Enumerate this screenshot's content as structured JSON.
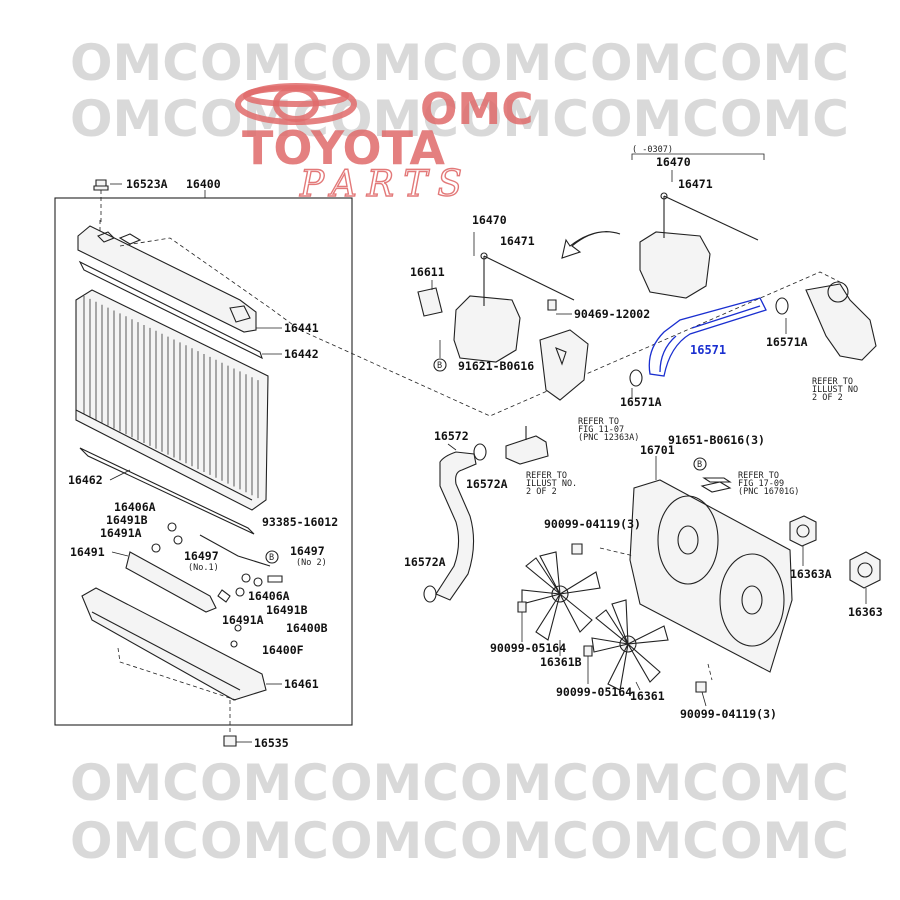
{
  "watermark": {
    "text": "OMC",
    "rows_top": [
      [
        "OMC",
        "OMC",
        "OMC",
        "OMC",
        "OMC",
        "OMC"
      ],
      [
        "OMC",
        "OMC",
        "OMC",
        "OMC",
        "OMC",
        "OMC"
      ]
    ],
    "rows_bottom": [
      [
        "OMC",
        "OMC",
        "OMC",
        "OMC",
        "OMC",
        "OMC"
      ],
      [
        "OMC",
        "OMC",
        "OMC",
        "OMC",
        "OMC",
        "OMC"
      ]
    ]
  },
  "logo": {
    "line1": "OMC",
    "line2": "TOYOTA",
    "line3": "PARTS",
    "color": "#e06b6b"
  },
  "labels": {
    "p16523A": "16523A",
    "p16400": "16400",
    "p16441": "16441",
    "p16442": "16442",
    "p16462": "16462",
    "p16406A_top": "16406A",
    "p16491B_top": "16491B",
    "p16491A_top": "16491A",
    "p16491": "16491",
    "p16497_no1": "16497",
    "no1": "(No.1)",
    "p93385": "93385-16012",
    "p16497_no2": "16497",
    "no2": "(No 2)",
    "p16406A_bot": "16406A",
    "p16491B_bot": "16491B",
    "p16491A_bot": "16491A",
    "p16400B": "16400B",
    "p16400F": "16400F",
    "p16461": "16461",
    "p16535": "16535",
    "p16611": "16611",
    "p16470_mid": "16470",
    "p16471_mid": "16471",
    "p90469": "90469-12002",
    "p91621": "91621-B0616",
    "p16470_top": "16470",
    "p16471_top": "16471",
    "range_0307": "(   -0307)",
    "p16571": "16571",
    "p16571A_right": "16571A",
    "p16571A_mid": "16571A",
    "p16572": "16572",
    "p16572A_top": "16572A",
    "p16572A_bot": "16572A",
    "p91651": "91651-B0616(3)",
    "p16701": "16701",
    "p90099_04119_top": "90099-04119(3)",
    "p90099_04119_bot": "90099-04119(3)",
    "p90099_05164_left": "90099-05164",
    "p90099_05164_bot": "90099-05164",
    "p16361B": "16361B",
    "p16361": "16361",
    "p16363A": "16363A",
    "p16363": "16363",
    "circle_B": "B"
  },
  "notes": {
    "refer_2of2_right": [
      "REFER TO",
      "ILLUST NO",
      "2 OF 2"
    ],
    "refer_fig1107": [
      "REFER TO",
      "FIG 11-07",
      "(PNC 12363A)"
    ],
    "refer_2of2_mid": [
      "REFER TO",
      "ILLUST NO.",
      "2 OF 2"
    ],
    "refer_fig1709": [
      "REFER TO",
      "FIG 17-09",
      "(PNC 16701G)"
    ]
  }
}
